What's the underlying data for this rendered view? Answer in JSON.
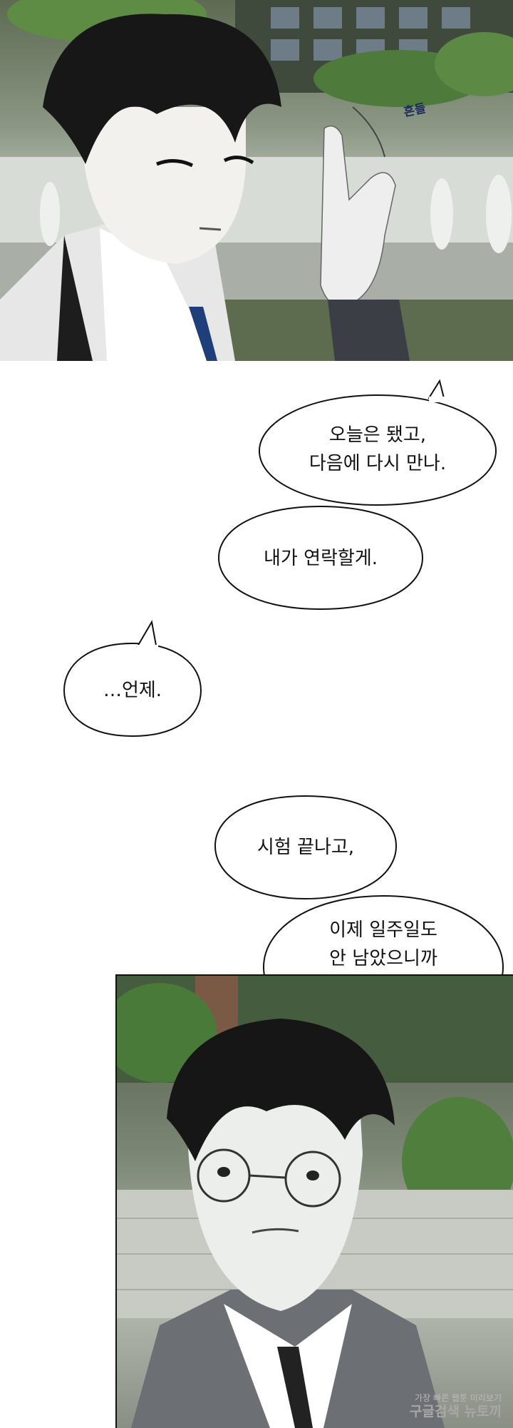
{
  "panels": {
    "top": {
      "sound_effect": "흔들"
    }
  },
  "bubbles": [
    {
      "text": "오늘은 됐고,\n다음에 다시 만나."
    },
    {
      "text": "내가 연락할게."
    },
    {
      "text": "…언제."
    },
    {
      "text": "시험 끝나고,"
    },
    {
      "text": "이제 일주일도\n안 남았으니까\n그때 다 해결해."
    }
  ],
  "watermark": {
    "line1": "가장 빠른 웹툰 미리보기",
    "line2": "구글검색 뉴토끼"
  }
}
